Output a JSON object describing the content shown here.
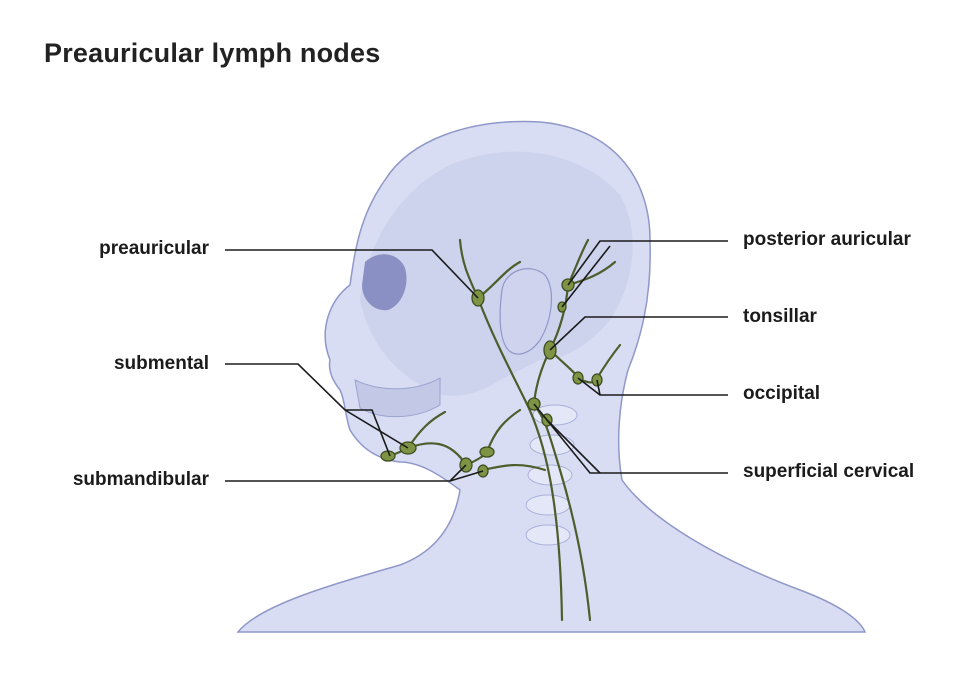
{
  "title": "Preauricular lymph nodes",
  "labels": {
    "preauricular": "preauricular",
    "submental": "submental",
    "submandibular": "submandibular",
    "posterior_auricular": "posterior auricular",
    "tonsillar": "tonsillar",
    "occipital": "occipital",
    "superficial_cervical": "superficial cervical"
  },
  "colors": {
    "skin": "#d9ddf3",
    "skin_outline": "#8f98c8",
    "bone": "#c3c8e6",
    "vessel": "#4d5e2c",
    "node_fill": "#7e9444",
    "leader_line": "#1b1b1b"
  }
}
